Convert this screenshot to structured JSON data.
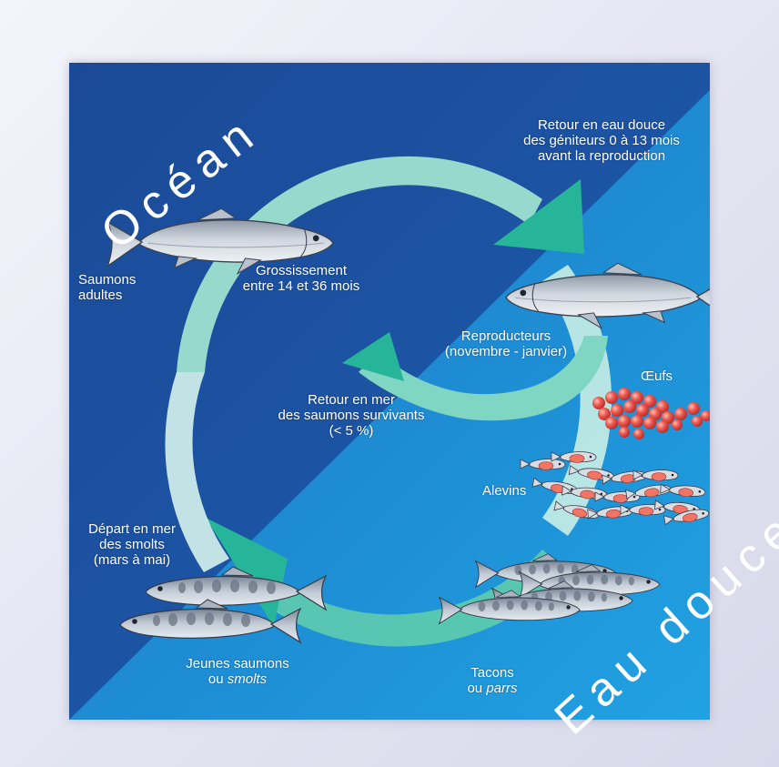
{
  "zones": {
    "ocean": "Océan",
    "fresh_water": "Eau douce"
  },
  "labels": {
    "adults_1": "Saumons",
    "adults_2": "adultes",
    "growth_1": "Grossissement",
    "growth_2": "entre 14 et 36 mois",
    "return_fresh_1": "Retour en eau douce",
    "return_fresh_2": "des géniteurs 0 à 13 mois",
    "return_fresh_3": "avant la reproduction",
    "spawners_1": "Reproducteurs",
    "spawners_2": "(novembre - janvier)",
    "eggs": "Œufs",
    "return_sea_1": "Retour en mer",
    "return_sea_2": "des saumons survivants",
    "return_sea_3": "(< 5 %)",
    "fry": "Alevins",
    "departure_1": "Départ en mer",
    "departure_2": "des smolts",
    "departure_3": "(mars à mai)",
    "young_1": "Jeunes saumons",
    "young_2_prefix": "ou ",
    "young_2_italic": "smolts",
    "parr_1": "Tacons",
    "parr_2_prefix": "ou ",
    "parr_2_italic": "parrs"
  },
  "colors": {
    "ocean_blue": "#1b4e9c",
    "fresh_blue": "#1e8fd8",
    "arrow_teal": "#2fb89a",
    "egg_red": "#e8443e",
    "fish_body": "#c5cdd6"
  }
}
